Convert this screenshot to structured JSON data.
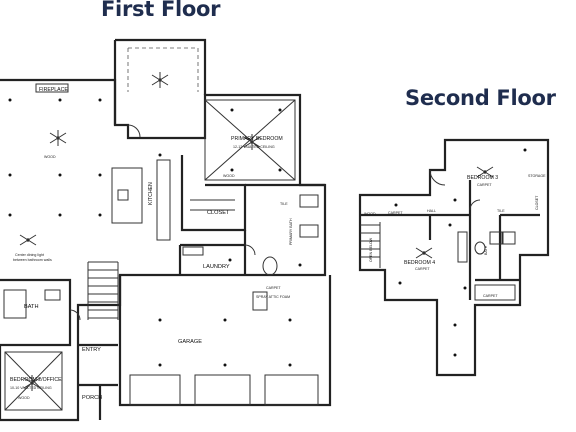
{
  "titles": {
    "first_floor": "First Floor",
    "second_floor": "Second Floor"
  },
  "first_floor": {
    "fireplace": "FIREPLACE",
    "primary_bedroom": "PRIMARY BEDROOM",
    "primary_ceiling": "12-12 VAULTED CEILING",
    "kitchen": "KITCHEN",
    "closet": "CLOSET",
    "tile": "TILE",
    "laundry": "LAUNDRY",
    "primary_bath": "PRIMARY BATH",
    "dining_note_1": "Center dining light",
    "dining_note_2": "between bathroom walls",
    "bath": "BATH",
    "garage": "GARAGE",
    "entry": "ENTRY",
    "porch": "PORCH",
    "bedroom_office": "BEDROOM 2/OFFICE",
    "bedroom_office_ceiling": "10-10 VAULTED CEILING",
    "wood": "WOOD",
    "carpet": "CARPET",
    "garage_note": "SPRAY ATTIC FOAM"
  },
  "second_floor": {
    "bedroom3": "BEDROOM 3",
    "bedroom4": "BEDROOM 4",
    "carpet": "CARPET",
    "hall": "HALL",
    "bath": "BATH",
    "tile": "TILE",
    "open_below": "OPEN BELOW",
    "wood": "WOOD",
    "closet": "CLOSET",
    "storage": "STORAGE"
  }
}
